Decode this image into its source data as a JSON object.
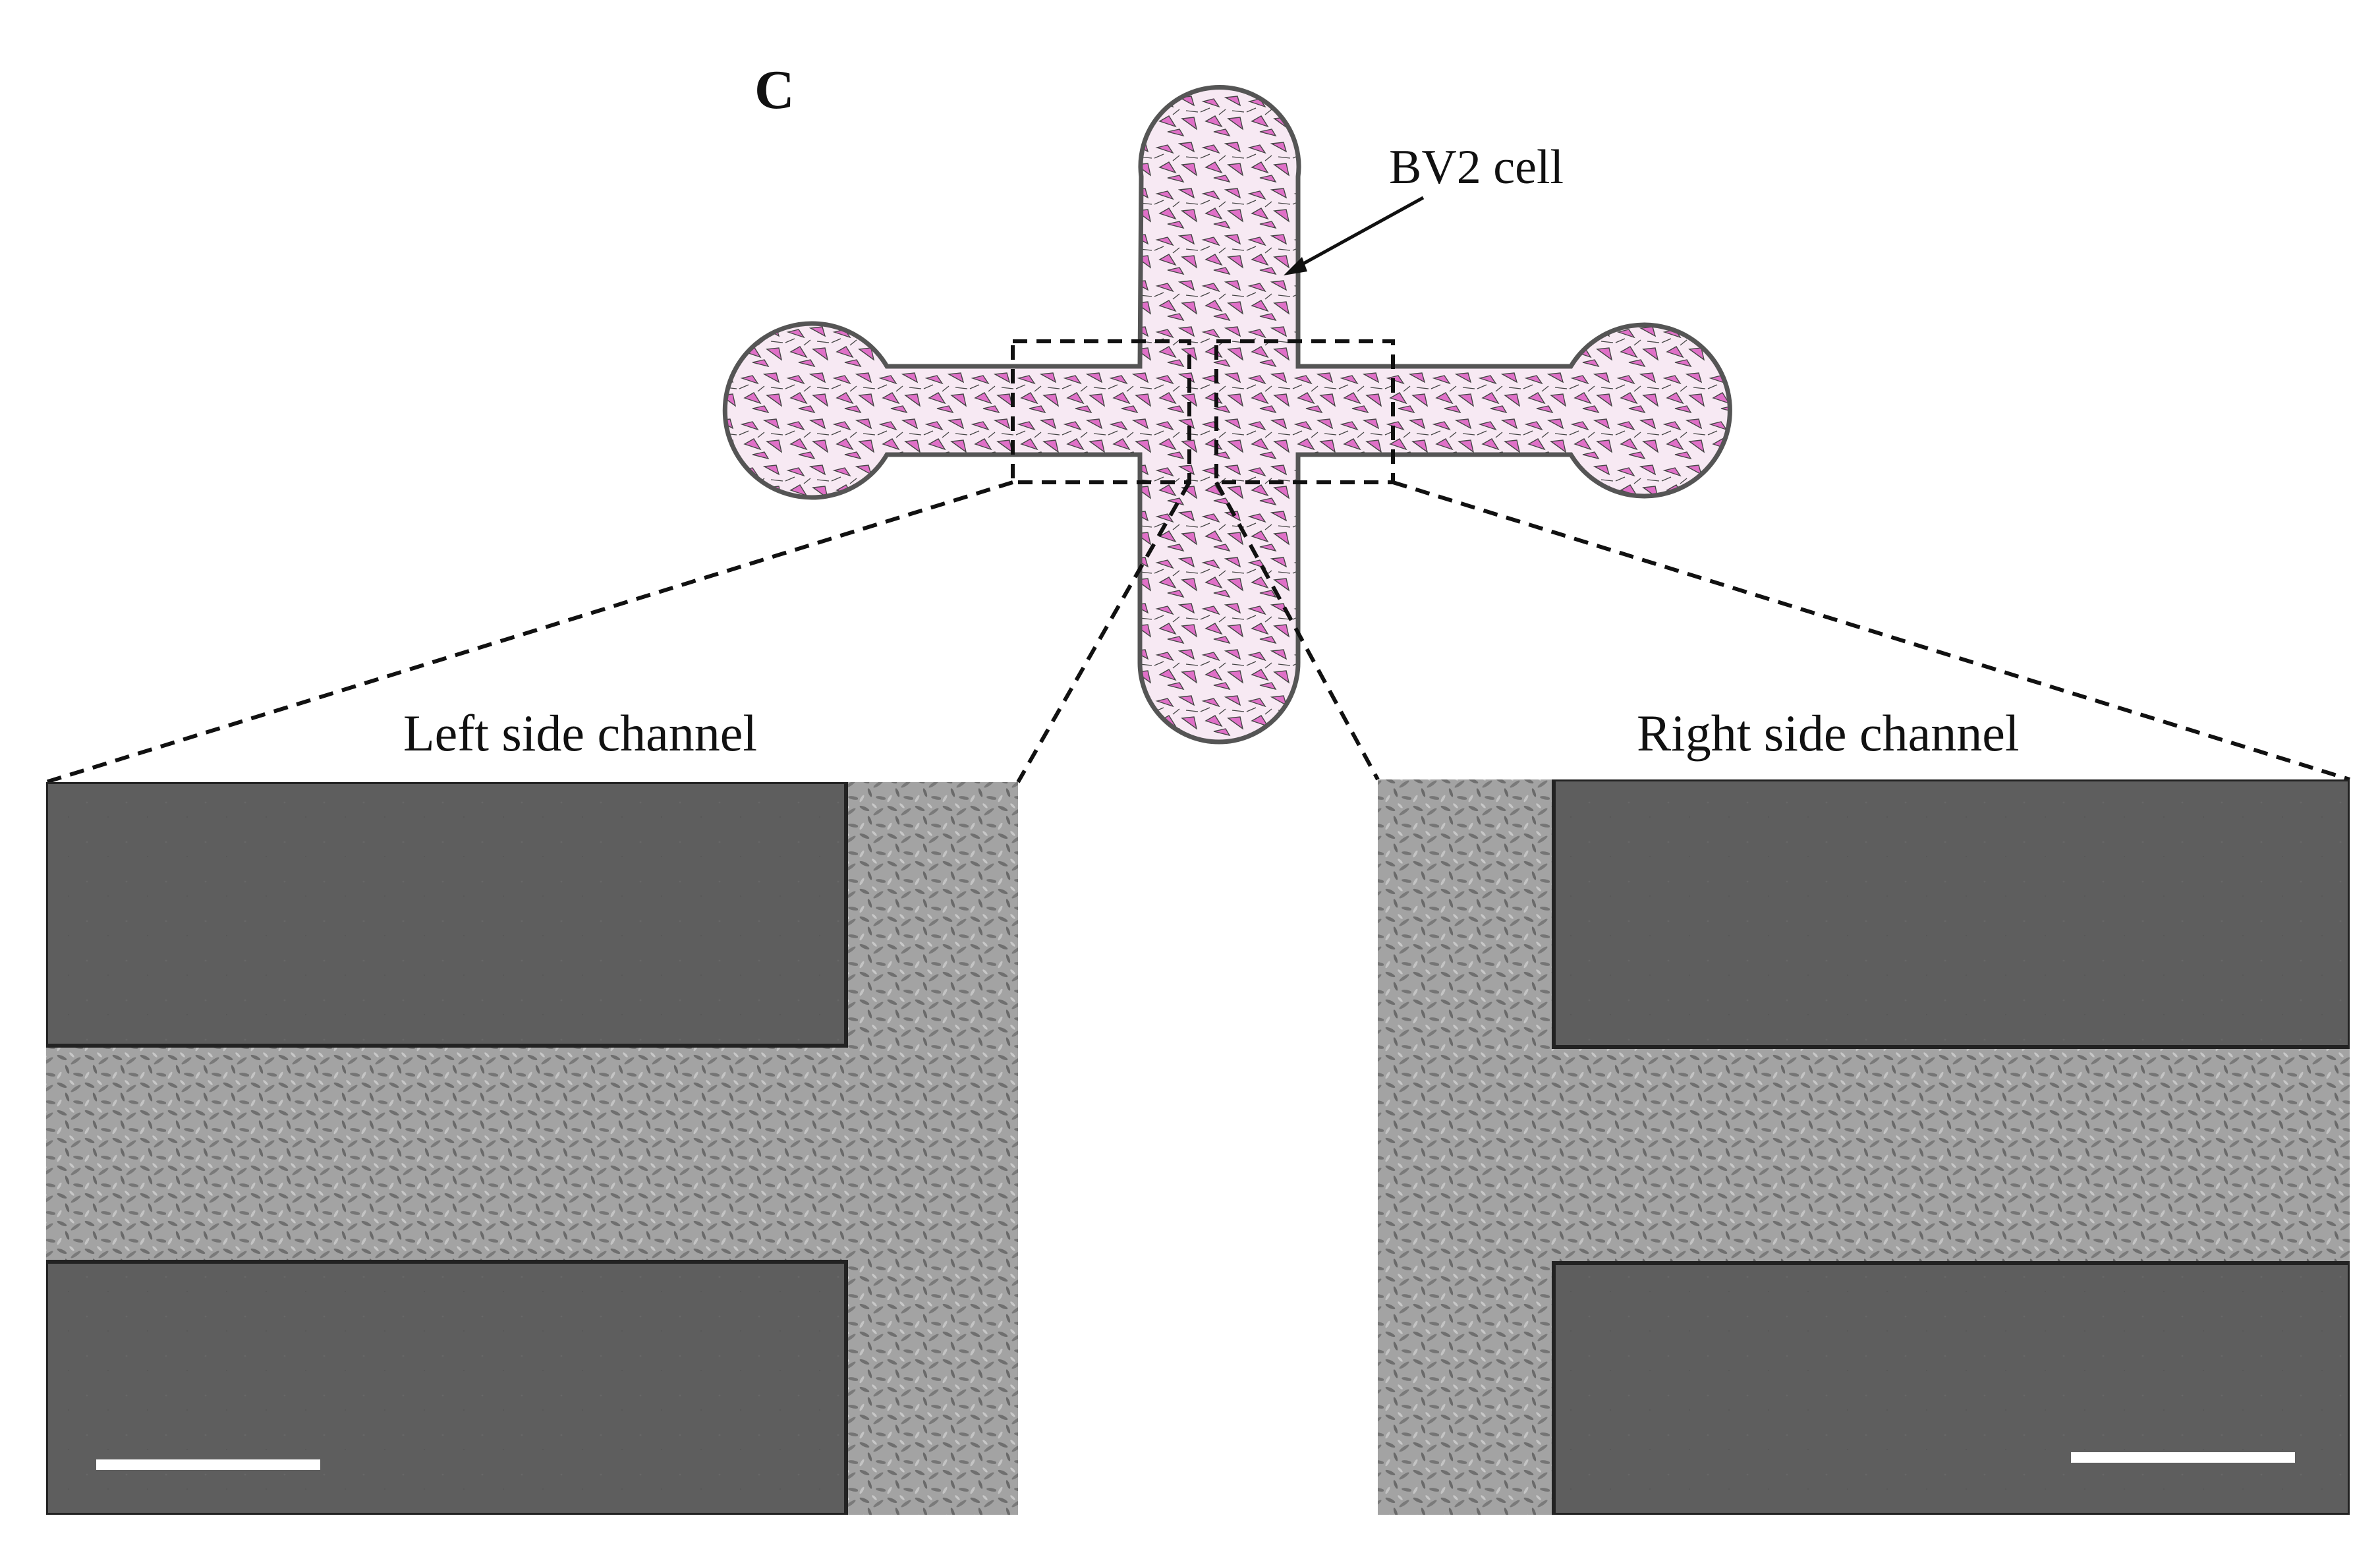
{
  "figure": {
    "panel_letter": "C",
    "cell_label": "BV2 cell",
    "left_channel_title": "Left side channel",
    "right_channel_title": "Right side channel"
  },
  "colors": {
    "cell_pink": "#e070c8",
    "cell_outline": "#555555",
    "device_fill": "#f6e8f2",
    "pdms_gray": "#5f5f5f",
    "channel_gray": "#9a9a9a"
  },
  "icons": {
    "arrow": "arrow-icon",
    "scale_bar": "scale-bar-icon"
  }
}
